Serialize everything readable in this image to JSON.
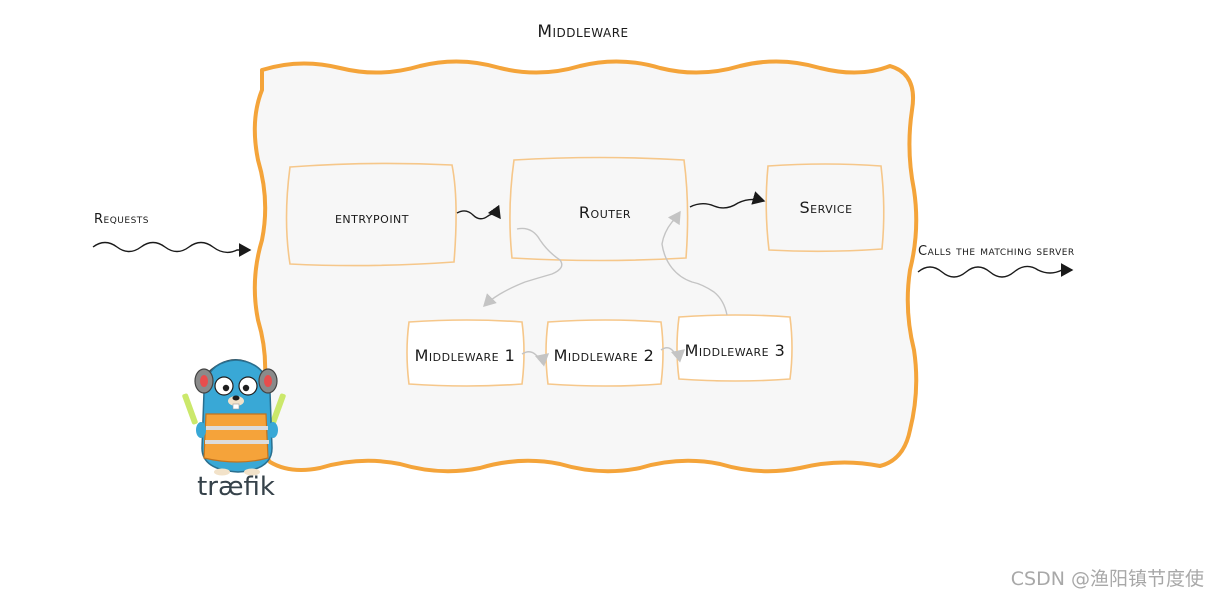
{
  "diagram": {
    "title": "Middleware",
    "nodes": {
      "entrypoint": "entrypoint",
      "router": "Router",
      "service": "Service",
      "middleware1": "Middleware 1",
      "middleware2": "Middleware 2",
      "middleware3": "Middleware 3"
    },
    "labels": {
      "requests": "Requests",
      "calls": "Calls the matching server"
    },
    "logo": {
      "name": "træfik"
    },
    "colors": {
      "cloud_border": "#f4a43a",
      "cloud_fill": "#f7f7f7",
      "box_border": "#f6c78a",
      "gray_arrow": "#c4c4c4",
      "black_arrow": "#1a1a1a",
      "gopher_body": "#39a8d6",
      "vest": "#f5a33a"
    }
  },
  "watermark": "CSDN @渔阳镇节度使"
}
